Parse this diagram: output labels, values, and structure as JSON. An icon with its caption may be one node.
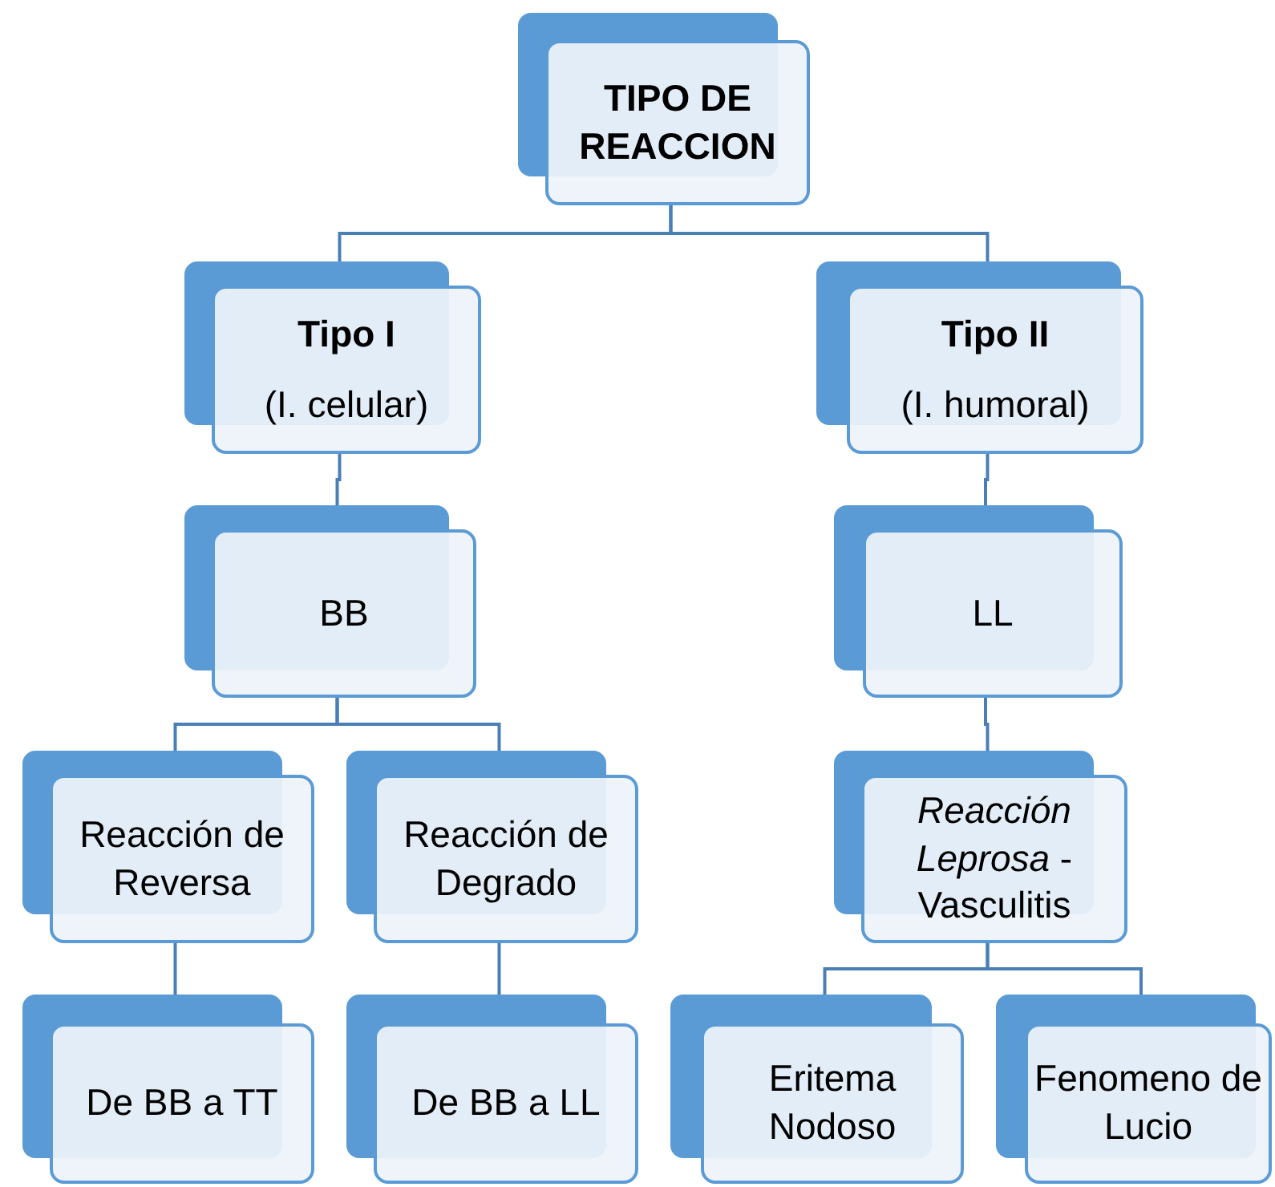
{
  "diagram": {
    "nodes": [
      {
        "text": [
          "TIPO DE REACCION"
        ]
      },
      {
        "text": [
          "Tipo I",
          "(I. celular)"
        ]
      },
      {
        "text": [
          "Tipo II",
          "(I. humoral)"
        ]
      },
      {
        "text": [
          "BB"
        ]
      },
      {
        "text": [
          "LL"
        ]
      },
      {
        "text": [
          "Reacción de Reversa"
        ]
      },
      {
        "text": [
          "Reacción de Degrado"
        ]
      },
      {
        "text": [
          "*Reacción Leprosa* - Vasculitis"
        ]
      },
      {
        "text": [
          "De BB a TT"
        ]
      },
      {
        "text": [
          "De BB a LL"
        ]
      },
      {
        "text": [
          "Eritema Nodoso"
        ]
      },
      {
        "text": [
          "Fenomeno de Lucio"
        ]
      }
    ],
    "edges": [
      {
        "from": 0,
        "to": 1,
        "arrow": "none"
      },
      {
        "from": 0,
        "to": 2,
        "arrow": "none"
      },
      {
        "from": 1,
        "to": 3,
        "arrow": "none"
      },
      {
        "from": 2,
        "to": 4,
        "arrow": "none"
      },
      {
        "from": 3,
        "to": 5,
        "arrow": "none"
      },
      {
        "from": 3,
        "to": 6,
        "arrow": "none"
      },
      {
        "from": 4,
        "to": 7,
        "arrow": "none"
      },
      {
        "from": 5,
        "to": 8,
        "arrow": "none"
      },
      {
        "from": 6,
        "to": 9,
        "arrow": "none"
      },
      {
        "from": 7,
        "to": 10,
        "arrow": "none"
      },
      {
        "from": 7,
        "to": 11,
        "arrow": "none"
      }
    ]
  }
}
